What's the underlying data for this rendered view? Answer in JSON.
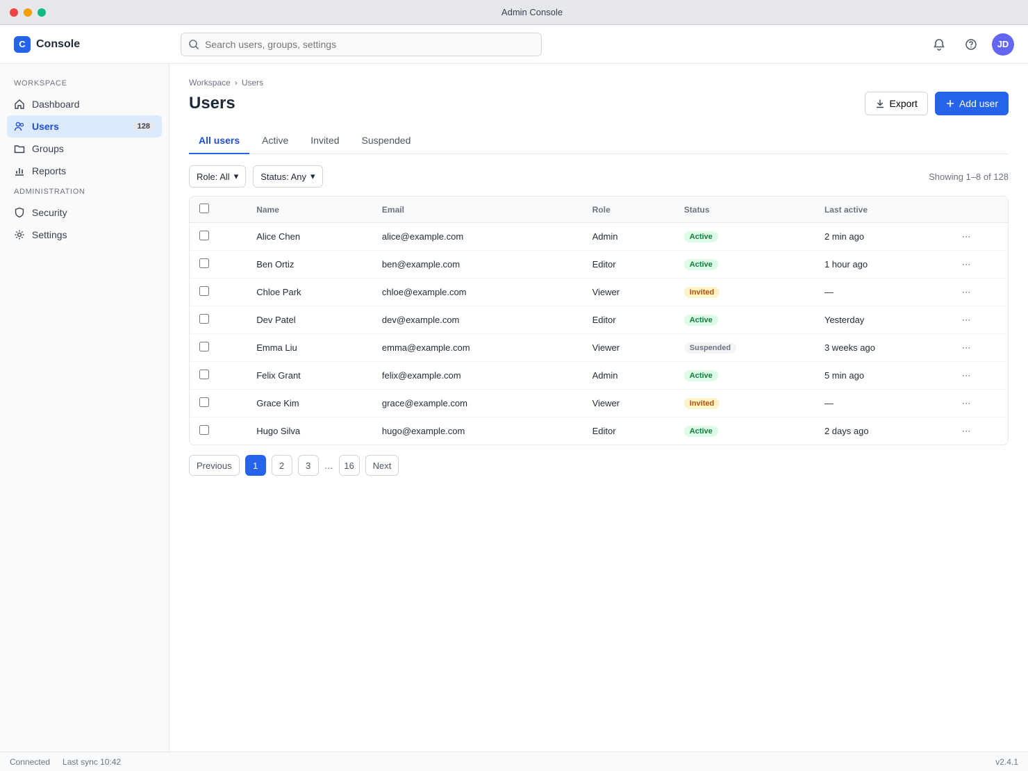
{
  "window": {
    "title": "Admin Console"
  },
  "header": {
    "brand": "Console",
    "brand_initial": "C",
    "search_placeholder": "Search users, groups, settings",
    "avatar_initials": "JD"
  },
  "sidebar": {
    "heading_main": "Workspace",
    "heading_admin": "Administration",
    "items": [
      {
        "label": "Dashboard",
        "icon": "home-icon"
      },
      {
        "label": "Users",
        "icon": "users-icon",
        "badge": "128"
      },
      {
        "label": "Groups",
        "icon": "folder-icon"
      },
      {
        "label": "Reports",
        "icon": "chart-icon"
      },
      {
        "label": "Security",
        "icon": "shield-icon"
      },
      {
        "label": "Settings",
        "icon": "gear-icon"
      }
    ]
  },
  "main": {
    "breadcrumb": [
      "Workspace",
      "Users"
    ],
    "title": "Users",
    "actions": {
      "export": "Export",
      "add": "Add user"
    },
    "tabs": [
      "All users",
      "Active",
      "Invited",
      "Suspended"
    ],
    "filters": {
      "role": "Role: All",
      "status": "Status: Any"
    },
    "count": "Showing 1–8 of 128",
    "columns": [
      "Name",
      "Email",
      "Role",
      "Status",
      "Last active"
    ],
    "rows": [
      {
        "name": "Alice Chen",
        "email": "alice@example.com",
        "role": "Admin",
        "status": "Active",
        "status_kind": "ok",
        "last": "2 min ago"
      },
      {
        "name": "Ben Ortiz",
        "email": "ben@example.com",
        "role": "Editor",
        "status": "Active",
        "status_kind": "ok",
        "last": "1 hour ago"
      },
      {
        "name": "Chloe Park",
        "email": "chloe@example.com",
        "role": "Viewer",
        "status": "Invited",
        "status_kind": "warn",
        "last": "—"
      },
      {
        "name": "Dev Patel",
        "email": "dev@example.com",
        "role": "Editor",
        "status": "Active",
        "status_kind": "ok",
        "last": "Yesterday"
      },
      {
        "name": "Emma Liu",
        "email": "emma@example.com",
        "role": "Viewer",
        "status": "Suspended",
        "status_kind": "off",
        "last": "3 weeks ago"
      },
      {
        "name": "Felix Grant",
        "email": "felix@example.com",
        "role": "Admin",
        "status": "Active",
        "status_kind": "ok",
        "last": "5 min ago"
      },
      {
        "name": "Grace Kim",
        "email": "grace@example.com",
        "role": "Viewer",
        "status": "Invited",
        "status_kind": "warn",
        "last": "—"
      },
      {
        "name": "Hugo Silva",
        "email": "hugo@example.com",
        "role": "Editor",
        "status": "Active",
        "status_kind": "ok",
        "last": "2 days ago"
      }
    ],
    "pager": {
      "prev": "Previous",
      "next": "Next",
      "pages": [
        "1",
        "2",
        "3",
        "16"
      ],
      "ellipsis": "…"
    }
  },
  "statusbar": {
    "left": "Connected",
    "middle": "Last sync 10:42",
    "right": "v2.4.1"
  },
  "colors": {
    "accent": "#2563eb",
    "ok": "#15803d",
    "warn": "#b45309"
  }
}
